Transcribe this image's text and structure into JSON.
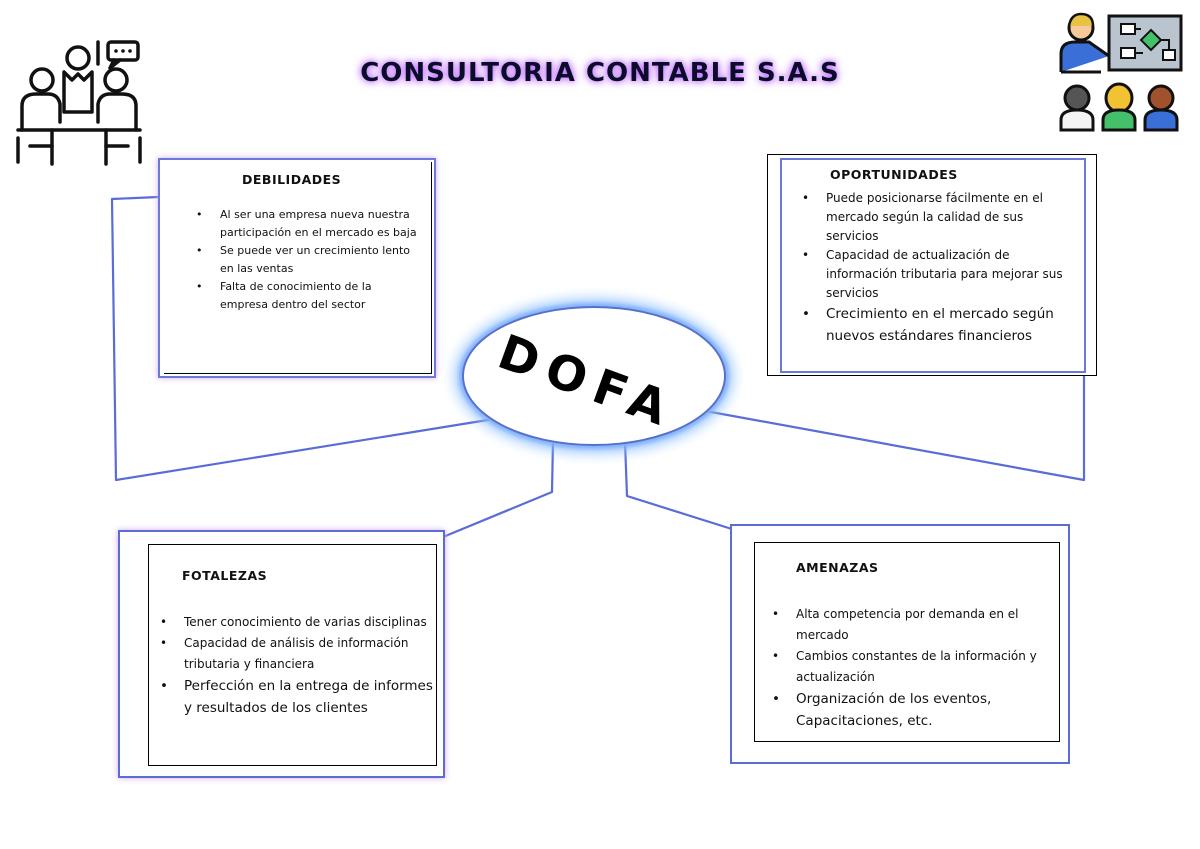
{
  "title": "CONSULTORIA CONTABLE S.A.S",
  "center": {
    "label": "DOFA"
  },
  "icons": {
    "left": "meeting-people-icon",
    "right": "presentation-audience-icon"
  },
  "colors": {
    "line": "#5a6cd6",
    "glow": "#d6a8f0",
    "center_glow": "#8fc0ff",
    "title_glow": "#c070ff"
  },
  "debilidades": {
    "heading": "DEBILIDADES",
    "items": [
      "Al ser una empresa nueva nuestra participación en el mercado es baja",
      "Se puede ver un crecimiento lento en las ventas",
      "Falta de conocimiento de la empresa dentro del sector"
    ]
  },
  "oportunidades": {
    "heading": "OPORTUNIDADES",
    "items": [
      "Puede posicionarse fácilmente en el mercado según la calidad de sus servicios",
      "Capacidad de actualización de información tributaria para mejorar sus servicios",
      "Crecimiento en el mercado según nuevos estándares financieros"
    ]
  },
  "fortalezas": {
    "heading": "FOTALEZAS",
    "items": [
      "Tener conocimiento de varias disciplinas",
      "Capacidad de análisis de información tributaria y financiera",
      "Perfección en la entrega de informes y resultados de los clientes"
    ]
  },
  "amenazas": {
    "heading": "AMENAZAS",
    "items": [
      "Alta competencia por demanda en el mercado",
      "Cambios constantes de la información y actualización",
      "Organización de los eventos, Capacitaciones, etc."
    ]
  }
}
